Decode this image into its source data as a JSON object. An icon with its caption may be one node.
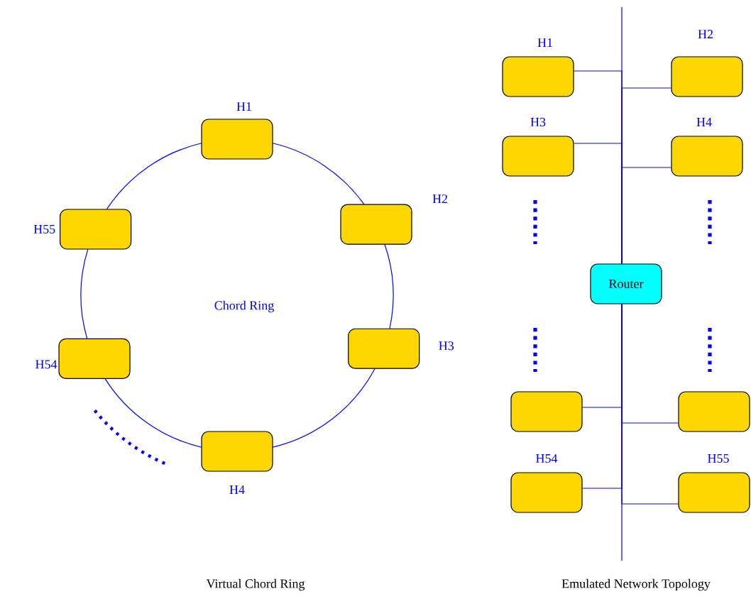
{
  "diagram": {
    "nodes": [
      {
        "text": [
          "H1"
        ]
      },
      {
        "text": [
          "H2"
        ]
      },
      {
        "text": [
          "H3"
        ]
      },
      {
        "text": [
          "H4"
        ]
      },
      {
        "text": [
          "H54"
        ]
      },
      {
        "text": [
          "H55"
        ]
      },
      {
        "text": [
          "H1"
        ]
      },
      {
        "text": [
          "H2"
        ]
      },
      {
        "text": [
          "H3"
        ]
      },
      {
        "text": [
          "H4"
        ]
      },
      {
        "text": [
          "Router"
        ]
      },
      {
        "text": [],
        "shape": "box"
      },
      {
        "text": [],
        "shape": "box"
      },
      {
        "text": [
          "H54"
        ]
      },
      {
        "text": [
          "H55"
        ]
      }
    ],
    "edges": [
      {
        "from": 0,
        "to": 1,
        "arrow": "none"
      },
      {
        "from": 1,
        "to": 2,
        "arrow": "none"
      },
      {
        "from": 2,
        "to": 3,
        "arrow": "none"
      },
      {
        "from": 3,
        "to": 4,
        "arrow": "none"
      },
      {
        "from": 4,
        "to": 5,
        "arrow": "none"
      },
      {
        "from": 5,
        "to": 0,
        "arrow": "none"
      },
      {
        "from": 6,
        "to": 10,
        "arrow": "none"
      },
      {
        "from": 7,
        "to": 10,
        "arrow": "none"
      },
      {
        "from": 8,
        "to": 10,
        "arrow": "none"
      },
      {
        "from": 9,
        "to": 10,
        "arrow": "none"
      },
      {
        "from": 11,
        "to": 10,
        "arrow": "none"
      },
      {
        "from": 12,
        "to": 10,
        "arrow": "none"
      },
      {
        "from": 13,
        "to": 10,
        "arrow": "none"
      },
      {
        "from": 14,
        "to": 10,
        "arrow": "none"
      }
    ],
    "labels": [
      "Chord Ring",
      "Virtual Chord Ring",
      "Emulated Network Topology"
    ]
  }
}
